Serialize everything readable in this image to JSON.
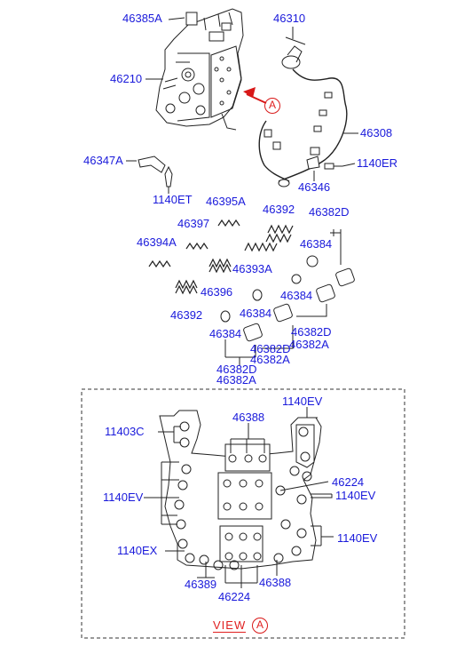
{
  "parts": {
    "p46385A": "46385A",
    "p46310": "46310",
    "p46210": "46210",
    "p46308": "46308",
    "p46347A": "46347A",
    "p1140ER": "1140ER",
    "p46346": "46346",
    "p1140ET": "1140ET",
    "p46395A": "46395A",
    "p46392a": "46392",
    "p46382D_top": "46382D",
    "p46397": "46397",
    "p46384a": "46384",
    "p46394A": "46394A",
    "p46393A": "46393A",
    "p46396": "46396",
    "p46384b": "46384",
    "p46392b": "46392",
    "p46384c": "46384",
    "p46382D_r": "46382D",
    "p46382A_r": "46382A",
    "p46384d": "46384",
    "p46382D_m": "46382D",
    "p46382A_m": "46382A",
    "p46382D_b": "46382D",
    "p46382A_b": "46382A"
  },
  "view_parts": {
    "p1140EV_top": "1140EV",
    "p46388_top": "46388",
    "p11403C": "11403C",
    "p46224_r": "46224",
    "p1140EV_left": "1140EV",
    "p1140EV_r1": "1140EV",
    "p1140EV_r2": "1140EV",
    "p1140EX": "1140EX",
    "p46389": "46389",
    "p46388_bot": "46388",
    "p46224_bot": "46224"
  },
  "callout_letter": "A",
  "view_caption": "VIEW",
  "view_letter": "A"
}
